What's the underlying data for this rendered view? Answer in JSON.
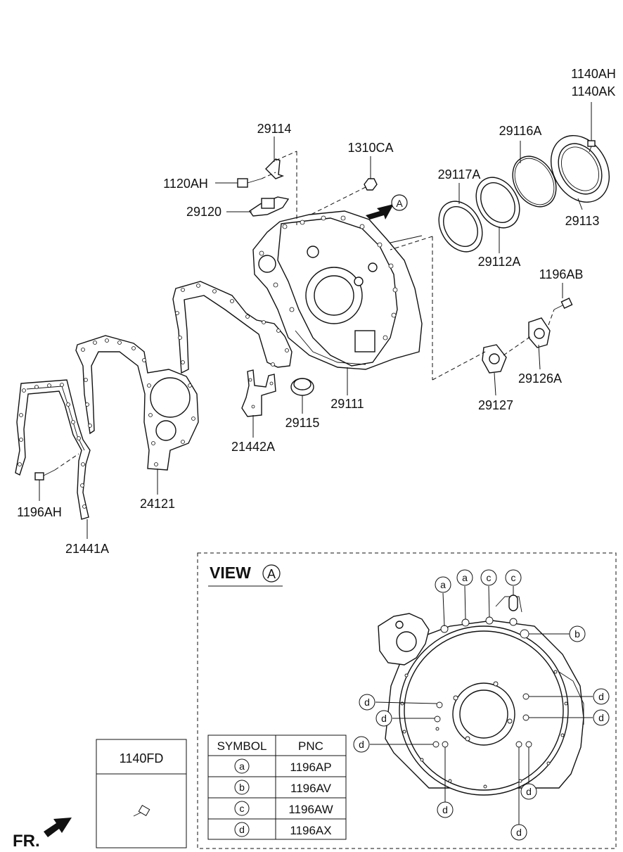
{
  "part_labels": {
    "p1140AH": "1140AH",
    "p1140AK": "1140AK",
    "p29114": "29114",
    "p1310CA": "1310CA",
    "p29116A": "29116A",
    "p29117A": "29117A",
    "p1120AH": "1120AH",
    "p29120": "29120",
    "p29113": "29113",
    "p29112A": "29112A",
    "p1196AB": "1196AB",
    "p29126A": "29126A",
    "p29111": "29111",
    "p29127": "29127",
    "p29115": "29115",
    "p21442A": "21442A",
    "p1196AH": "1196AH",
    "p24121": "24121",
    "p21441A": "21441A",
    "p1140FD": "1140FD"
  },
  "view": {
    "title": "VIEW",
    "callout": "A"
  },
  "callout_marker": "A",
  "front_label": "FR.",
  "symbols": {
    "a": "a",
    "b": "b",
    "c": "c",
    "d": "d"
  },
  "legend_table": {
    "headers": [
      "SYMBOL",
      "PNC"
    ],
    "rows": [
      {
        "symbol": "a",
        "pnc": "1196AP"
      },
      {
        "symbol": "b",
        "pnc": "1196AV"
      },
      {
        "symbol": "c",
        "pnc": "1196AW"
      },
      {
        "symbol": "d",
        "pnc": "1196AX"
      }
    ]
  }
}
